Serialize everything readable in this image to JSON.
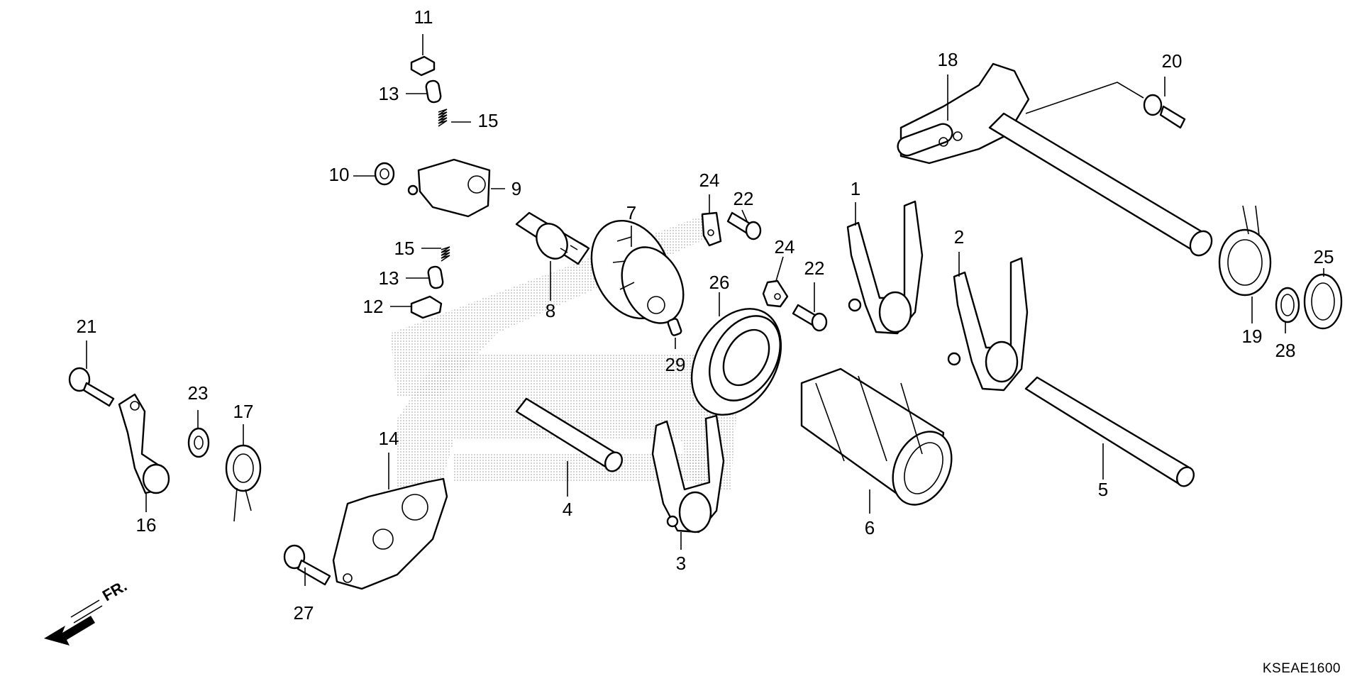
{
  "diagram": {
    "code": "KSEAE1600",
    "front_label": "FR.",
    "callouts": [
      {
        "id": "label-1",
        "text": "1"
      },
      {
        "id": "label-2",
        "text": "2"
      },
      {
        "id": "label-3",
        "text": "3"
      },
      {
        "id": "label-4",
        "text": "4"
      },
      {
        "id": "label-5",
        "text": "5"
      },
      {
        "id": "label-6",
        "text": "6"
      },
      {
        "id": "label-7",
        "text": "7"
      },
      {
        "id": "label-8",
        "text": "8"
      },
      {
        "id": "label-9",
        "text": "9"
      },
      {
        "id": "label-10",
        "text": "10"
      },
      {
        "id": "label-11",
        "text": "11"
      },
      {
        "id": "label-12",
        "text": "12"
      },
      {
        "id": "label-13a",
        "text": "13"
      },
      {
        "id": "label-13b",
        "text": "13"
      },
      {
        "id": "label-14",
        "text": "14"
      },
      {
        "id": "label-15a",
        "text": "15"
      },
      {
        "id": "label-15b",
        "text": "15"
      },
      {
        "id": "label-16",
        "text": "16"
      },
      {
        "id": "label-17",
        "text": "17"
      },
      {
        "id": "label-18",
        "text": "18"
      },
      {
        "id": "label-19",
        "text": "19"
      },
      {
        "id": "label-20",
        "text": "20"
      },
      {
        "id": "label-21",
        "text": "21"
      },
      {
        "id": "label-22a",
        "text": "22"
      },
      {
        "id": "label-22b",
        "text": "22"
      },
      {
        "id": "label-23",
        "text": "23"
      },
      {
        "id": "label-24a",
        "text": "24"
      },
      {
        "id": "label-24b",
        "text": "24"
      },
      {
        "id": "label-25",
        "text": "25"
      },
      {
        "id": "label-26",
        "text": "26"
      },
      {
        "id": "label-27",
        "text": "27"
      },
      {
        "id": "label-28",
        "text": "28"
      },
      {
        "id": "label-29",
        "text": "29"
      }
    ]
  }
}
